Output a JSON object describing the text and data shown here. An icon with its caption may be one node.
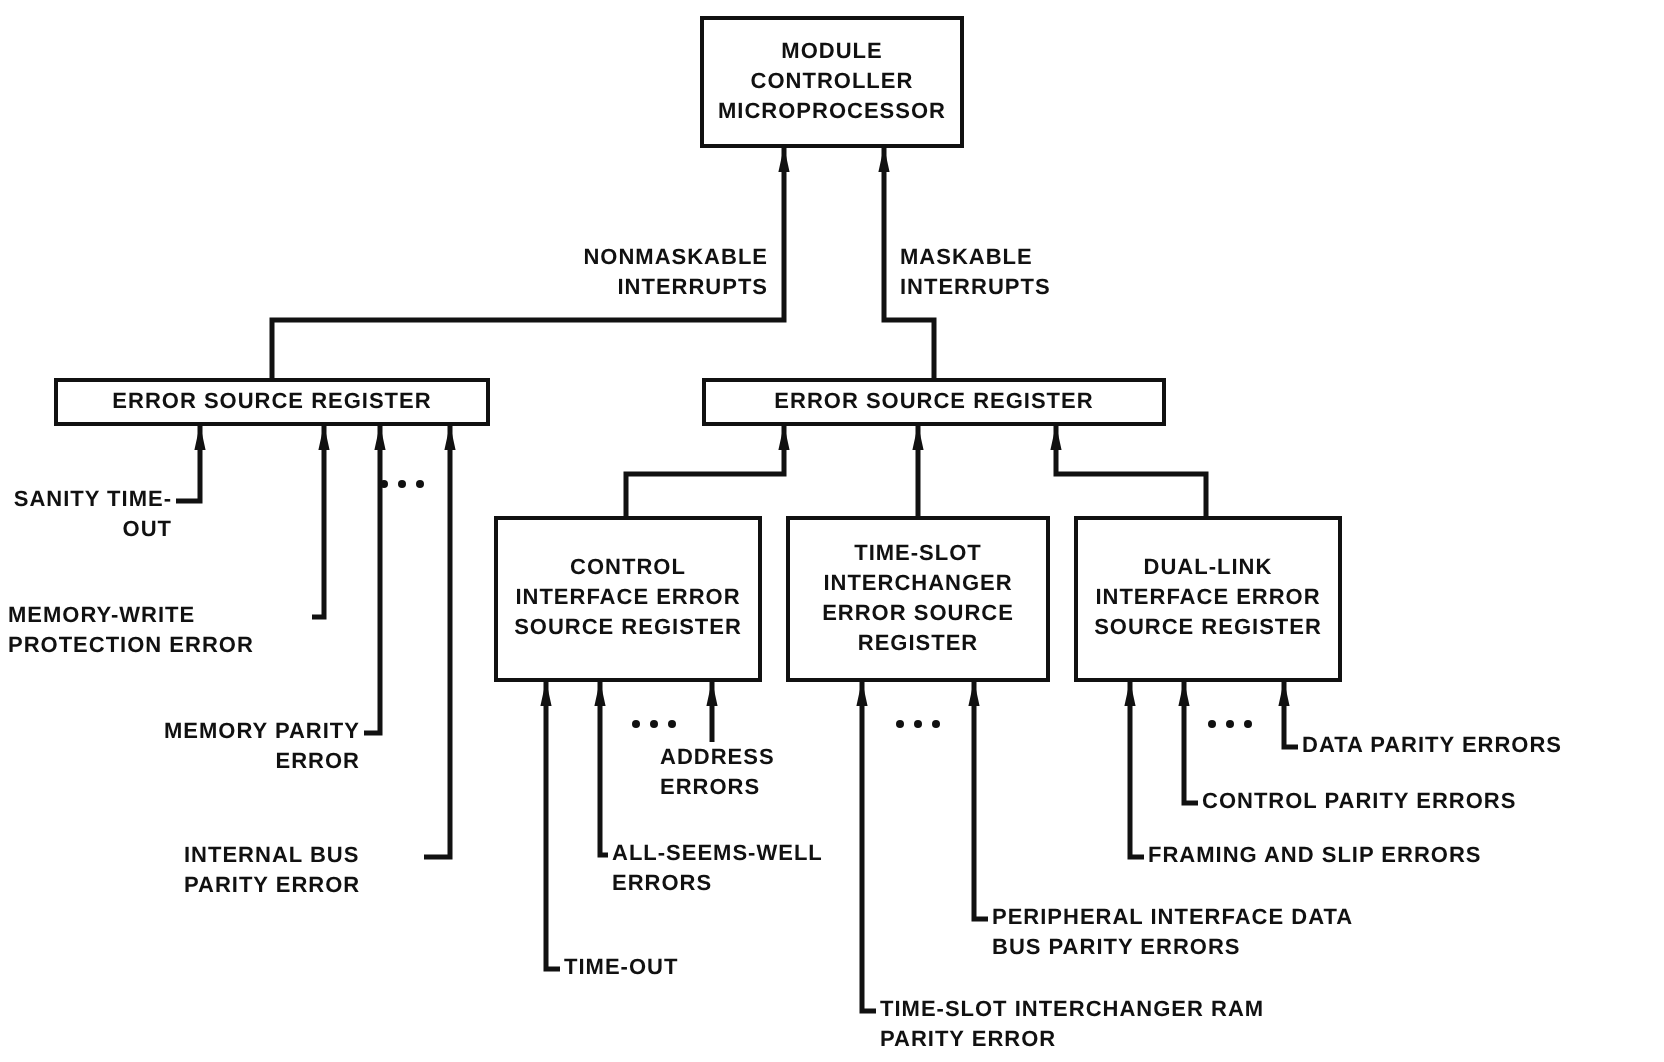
{
  "diagram": {
    "nodes": [
      {
        "text": [
          "MODULE CONTROLLER MICROPROCESSOR"
        ]
      },
      {
        "text": [
          "ERROR SOURCE REGISTER"
        ]
      },
      {
        "text": [
          "ERROR SOURCE REGISTER"
        ]
      },
      {
        "text": [
          "CONTROL INTERFACE ERROR SOURCE REGISTER"
        ]
      },
      {
        "text": [
          "TIME-SLOT INTERCHANGER ERROR SOURCE REGISTER"
        ]
      },
      {
        "text": [
          "DUAL-LINK INTERFACE ERROR SOURCE REGISTER"
        ]
      },
      {
        "text": [
          "SANITY TIME-OUT"
        ]
      },
      {
        "text": [
          "MEMORY-WRITE PROTECTION ERROR"
        ]
      },
      {
        "text": [
          "MEMORY PARITY ERROR"
        ]
      },
      {
        "text": [
          "INTERNAL BUS PARITY ERROR"
        ]
      },
      {
        "text": [
          "TIME-OUT"
        ]
      },
      {
        "text": [
          "ALL-SEEMS-WELL ERRORS"
        ]
      },
      {
        "text": [
          "ADDRESS ERRORS"
        ]
      },
      {
        "text": [
          "PERIPHERAL INTERFACE DATA BUS PARITY ERRORS"
        ]
      },
      {
        "text": [
          "TIME-SLOT INTERCHANGER RAM PARITY ERROR"
        ]
      },
      {
        "text": [
          "DATA PARITY ERRORS"
        ]
      },
      {
        "text": [
          "CONTROL PARITY ERRORS"
        ]
      },
      {
        "text": [
          "FRAMING AND SLIP ERRORS"
        ]
      }
    ],
    "edges": [
      {
        "from": 1,
        "to": 0,
        "arrow": "to",
        "label": "NONMASKABLE INTERRUPTS"
      },
      {
        "from": 2,
        "to": 0,
        "arrow": "to",
        "label": "MASKABLE INTERRUPTS"
      },
      {
        "from": 6,
        "to": 1,
        "arrow": "to"
      },
      {
        "from": 7,
        "to": 1,
        "arrow": "to"
      },
      {
        "from": 8,
        "to": 1,
        "arrow": "to"
      },
      {
        "from": 9,
        "to": 1,
        "arrow": "to"
      },
      {
        "from": 3,
        "to": 2,
        "arrow": "to"
      },
      {
        "from": 4,
        "to": 2,
        "arrow": "to"
      },
      {
        "from": 5,
        "to": 2,
        "arrow": "to"
      },
      {
        "from": 10,
        "to": 3,
        "arrow": "to"
      },
      {
        "from": 11,
        "to": 3,
        "arrow": "to"
      },
      {
        "from": 12,
        "to": 3,
        "arrow": "to"
      },
      {
        "from": 14,
        "to": 4,
        "arrow": "to"
      },
      {
        "from": 13,
        "to": 4,
        "arrow": "to"
      },
      {
        "from": 17,
        "to": 5,
        "arrow": "to"
      },
      {
        "from": 16,
        "to": 5,
        "arrow": "to"
      },
      {
        "from": 15,
        "to": 5,
        "arrow": "to"
      }
    ]
  }
}
